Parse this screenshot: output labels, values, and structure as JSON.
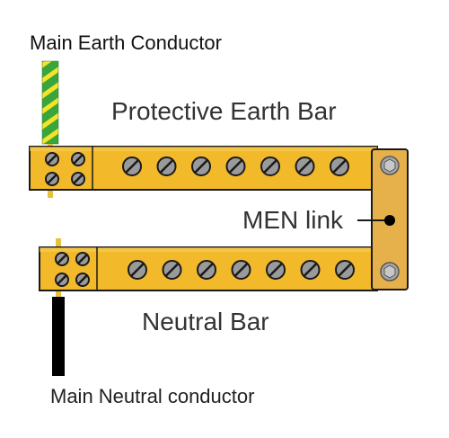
{
  "labels": {
    "main_earth_conductor": "Main Earth Conductor",
    "protective_earth_bar": "Protective Earth Bar",
    "men_link": "MEN link",
    "neutral_bar": "Neutral Bar",
    "main_neutral_conductor": "Main Neutral conductor"
  },
  "colors": {
    "bar_fill": "#f2b92b",
    "bar_outline": "#1a1a1a",
    "earth_green": "#3aa53a",
    "earth_yellow": "#f5e22a",
    "neutral_wire": "#000000",
    "screw_fill": "#9a9a9a",
    "link_fill": "#e6b04a"
  },
  "components": {
    "earth_bar_terminal_screws": 7,
    "neutral_bar_terminal_screws": 7,
    "earth_bar_clamp_screws": 4,
    "neutral_bar_clamp_screws": 4,
    "link_bolts": 2
  }
}
